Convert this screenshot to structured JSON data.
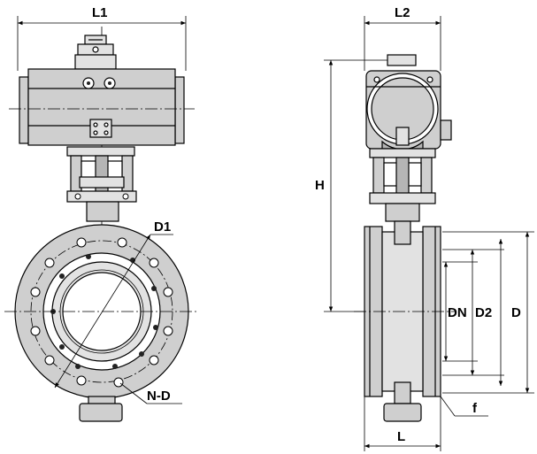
{
  "labels": {
    "l1": "L1",
    "l2": "L2",
    "h": "H",
    "d1": "D1",
    "nd": "N-D",
    "dn": "DN",
    "d2": "D2",
    "d": "D",
    "f": "f",
    "l": "L"
  },
  "colors": {
    "body": "#cfcfcf",
    "shadow": "#b5b5b5",
    "line": "#000000"
  }
}
